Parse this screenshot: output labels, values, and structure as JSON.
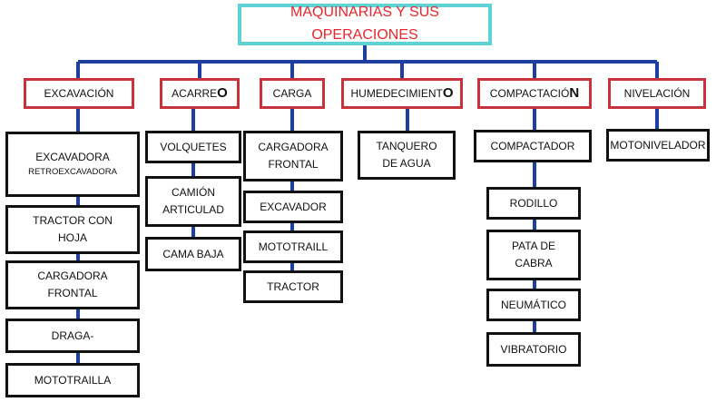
{
  "title": "MAQUINARIAS Y SUS OPERACIONES",
  "colors": {
    "title_text": "#e8262d",
    "title_border": "#5fd3d3",
    "category_border": "#c8323c",
    "connector": "#1f3f9e",
    "item_border": "#111111"
  },
  "categories": [
    {
      "label": "EXCAVACIÓN",
      "items": [
        [
          "EXCAVADORA",
          "RETROEXCAVADORA"
        ],
        [
          "TRACTOR CON",
          "HOJA"
        ],
        [
          "CARGADORA",
          "FRONTAL"
        ],
        [
          "DRAGA-"
        ],
        [
          "MOTOTRAILLA"
        ]
      ]
    },
    {
      "label_main": "ACARRE",
      "label_tail": "O",
      "items": [
        [
          "VOLQUETES"
        ],
        [
          "CAMIÓN",
          "ARTICULAD"
        ],
        [
          "CAMA BAJA"
        ]
      ]
    },
    {
      "label": "CARGA",
      "items": [
        [
          "CARGADORA",
          "FRONTAL"
        ],
        [
          "EXCAVADOR"
        ],
        [
          "MOTOTRAILL"
        ],
        [
          "TRACTOR"
        ]
      ]
    },
    {
      "label_main": "HUMEDECIMIENT",
      "label_tail": "O",
      "items": [
        [
          "TANQUERO",
          "DE AGUA"
        ]
      ]
    },
    {
      "label_main": "COMPACTACIÓ",
      "label_tail": "N",
      "items": [
        [
          "COMPACTADOR"
        ],
        [
          "RODILLO"
        ],
        [
          "PATA DE",
          "CABRA"
        ],
        [
          "NEUMÁTICO"
        ],
        [
          "VIBRATORIO"
        ]
      ]
    },
    {
      "label": "NIVELACIÓN",
      "items": [
        [
          "MOTONIVELADOR"
        ]
      ]
    }
  ]
}
